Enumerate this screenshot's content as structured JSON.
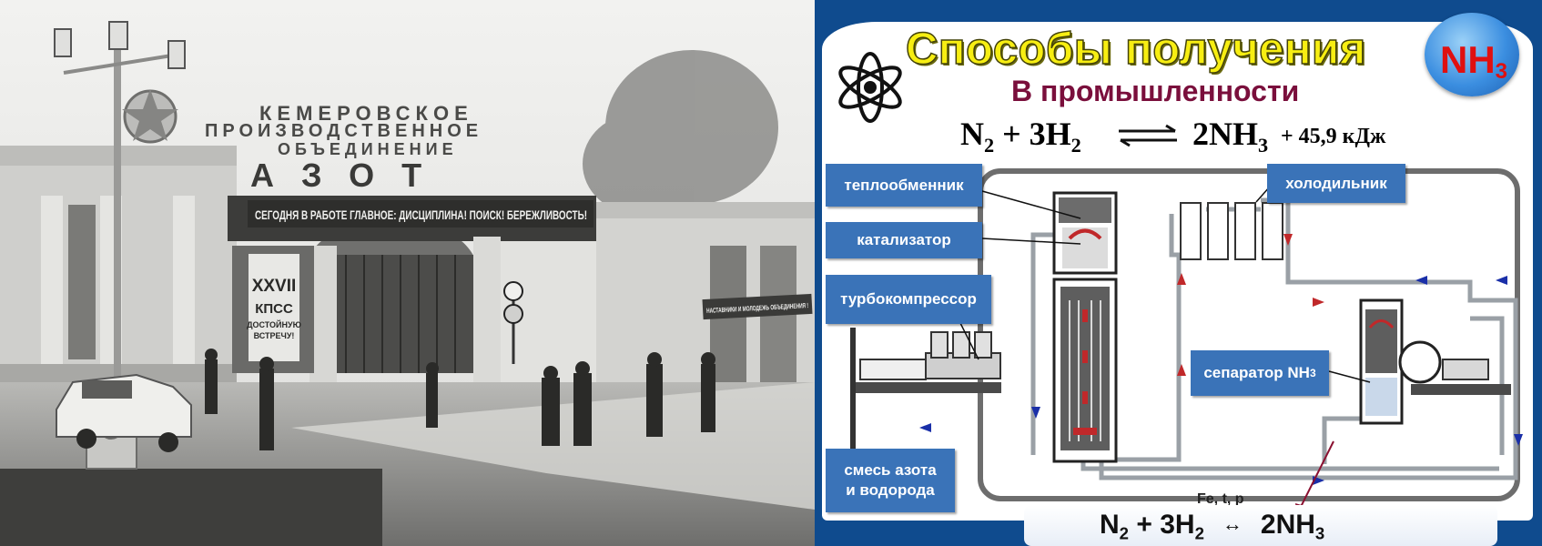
{
  "photo": {
    "sign_top_line1": "КЕМЕРОВСКОЕ",
    "sign_top_line2": "ПРОИЗВОДСТВЕННОЕ",
    "sign_top_line3": "ОБЪЕДИНЕНИЕ",
    "sign_top_line4": "АЗОТ",
    "gate_banner": "СЕГОДНЯ В РАБОТЕ ГЛАВНОЕ: ДИСЦИПЛИНА! ПОИСК! БЕРЕЖЛИВОСТЬ!",
    "poster_line1": "XXVII",
    "poster_line2": "КПСС",
    "poster_line3": "ДОСТОЙНУЮ",
    "poster_line4": "ВСТРЕЧУ!",
    "right_banner": "НАСТАВНИКИ И МОЛОДЕЖЬ ОБЪЕДИНЕНИЯ !",
    "icons": [
      "star-emblem-icon",
      "lamp-post-icon",
      "car-icon",
      "road-sign-icon"
    ]
  },
  "slide": {
    "title": "Способы получения",
    "badge": {
      "base": "NH",
      "sub": "3"
    },
    "subtitle": "В промышленности",
    "equation": {
      "left_a": "N",
      "left_a_sub": "2",
      "plus": " + 3H",
      "left_b_sub": "2",
      "right": "2NH",
      "right_sub": "3",
      "energy": "+ 45,9 кДж"
    },
    "labels": {
      "heat_exchanger": "теплообменник",
      "catalyst": "катализатор",
      "turbocompressor": "турбокомпрессор",
      "cooler": "холодильник",
      "separator": "сепаратор NH",
      "separator_sub": "3",
      "mixture_line1": "смесь азота",
      "mixture_line2": "и водорода"
    },
    "conditions": "Fe, t, p",
    "bottom_equation": {
      "left": "N",
      "left_sub": "2",
      "mid": " + 3H",
      "mid_sub": "2",
      "arrow": "↔",
      "right": "2NH",
      "right_sub": "3"
    },
    "colors": {
      "background": "#0f4b8e",
      "title": "#f7ee12",
      "subtitle": "#7a0f3c",
      "label_bg": "#3a73b8",
      "badge_text": "#e01010",
      "flow_red": "#c0282a",
      "flow_blue": "#1a2fa8"
    },
    "icons": [
      "atom-icon"
    ]
  }
}
